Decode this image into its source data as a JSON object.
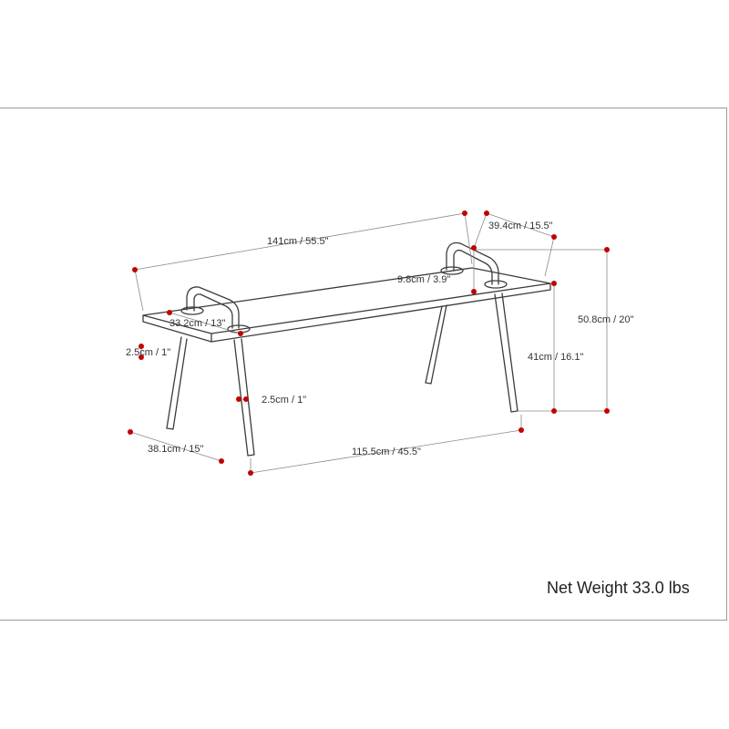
{
  "dimensions": {
    "overall_length": "141cm / 55.5\"",
    "depth": "39.4cm / 15.5\"",
    "handle_length": "9.8cm / 3.9\"",
    "handle_span": "33.2cm / 13\"",
    "top_thickness": "2.5cm / 1\"",
    "leg_thickness": "2.5cm / 1\"",
    "leg_depth": "38.1cm / 15\"",
    "leg_span": "115.5cm / 45.5\"",
    "seat_height": "41cm / 16.1\"",
    "overall_height": "50.8cm / 20\""
  },
  "net_weight": "Net Weight 33.0 lbs",
  "colors": {
    "marker": "#c40000",
    "outline": "#3c3c3c",
    "dimension_line": "#8a8a8a"
  }
}
